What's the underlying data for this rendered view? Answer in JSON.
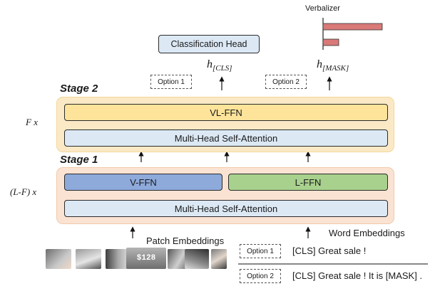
{
  "verbalizer": {
    "label": "Verbalizer",
    "bar_color": "#d97a78"
  },
  "heads": {
    "classification_head": "Classification Head",
    "h_cls_main": "h",
    "h_cls_sub": "[CLS]",
    "h_mask_main": "h",
    "h_mask_sub": "[MASK]"
  },
  "options": {
    "option1": "Option 1",
    "option2": "Option 2"
  },
  "stage2": {
    "label": "Stage 2",
    "side_label": "F x",
    "vl_ffn": "VL-FFN",
    "attention": "Multi-Head Self-Attention"
  },
  "stage1": {
    "label": "Stage 1",
    "side_label": "(L-F) x",
    "v_ffn": "V-FFN",
    "l_ffn": "L-FFN",
    "attention": "Multi-Head Self-Attention"
  },
  "inputs": {
    "patch_embeddings": "Patch Embeddings",
    "word_embeddings": "Word Embeddings",
    "option1_text": "[CLS] Great sale !",
    "option2_text": "[CLS] Great sale ! It is [MASK] .",
    "option1_tag": "Option 1",
    "option2_tag": "Option 2"
  },
  "image_patch_texts": [
    "",
    "",
    "",
    "",
    "$128",
    "",
    "",
    ""
  ],
  "colors": {
    "stage1_bg": "#fbe3d3",
    "stage2_bg": "#fbe9c6",
    "vl_ffn": "#fde49a",
    "attention": "#dce9f5",
    "v_ffn": "#8eaadb",
    "l_ffn": "#a9d18e",
    "classification_head": "#dce9f5"
  }
}
